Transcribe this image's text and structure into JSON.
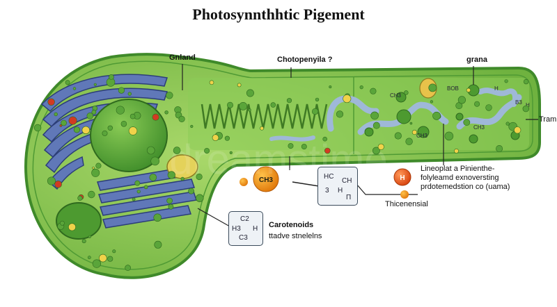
{
  "title": "Photosynnthhtic Pigement",
  "labels": {
    "gnland": "Gnland",
    "chotopenyila": "Chotopenyila ?",
    "grana": "grana",
    "tram": "Tram",
    "carotenoids": "Carotenoids",
    "carotenoids_sub": "ttadve stnelelns",
    "thicenensial": "Thicenensial",
    "lineoplat_line1": "Lineoplat a Pinienthe-",
    "lineoplat_line2": "folyleamd exnoversting",
    "lineoplat_line3": "prdotemedstion co (uama)"
  },
  "molecules": {
    "ch3_ball": "CH3",
    "h_ball": "H",
    "center_box": {
      "a": "HC",
      "b": "CH",
      "c": "3",
      "d": "H",
      "e": "Π"
    },
    "left_box": {
      "a": "C2",
      "b": "H3",
      "c": "C3",
      "d": "H"
    }
  },
  "strand_text": {
    "ch3": "CH3",
    "bob": "BOB",
    "h": "H",
    "b3": "B3",
    "ch3b": "CH3",
    "h2": "H",
    "ch3c": "CH3"
  },
  "colors": {
    "cell_fill": "#7cc04a",
    "cell_outline": "#3f8a2a",
    "thylakoid": "#6078b8",
    "nucleus": "#5ea83a",
    "methyl_orange": "#f29a1a",
    "h_red": "#e0581a"
  },
  "watermark": "dreamstime"
}
